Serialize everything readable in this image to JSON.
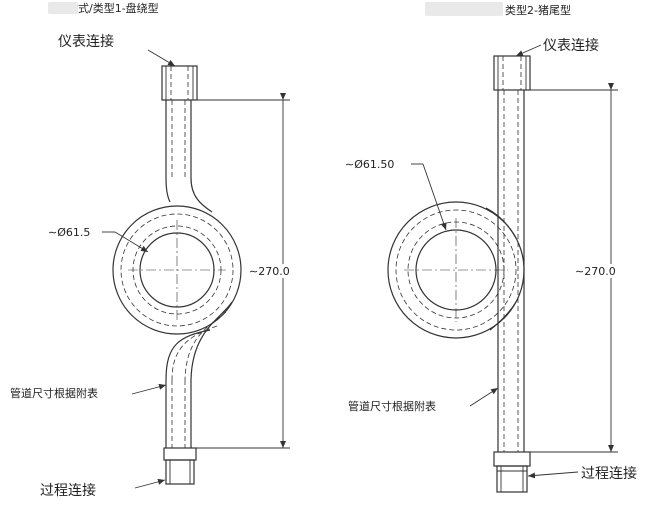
{
  "left": {
    "title": "式/类型1-盘绕型",
    "label_top": "仪表连接",
    "label_bottom": "过程连接",
    "label_pipe": "管道尺寸根据附表",
    "dim_diameter": "Ø61.5",
    "dim_length": "270.0"
  },
  "right": {
    "title": "类型2-猪尾型",
    "label_top": "仪表连接",
    "label_bottom": "过程连接",
    "label_pipe": "管道尺寸根据附表",
    "dim_diameter": "Ø61.50",
    "dim_length": "270.0"
  }
}
